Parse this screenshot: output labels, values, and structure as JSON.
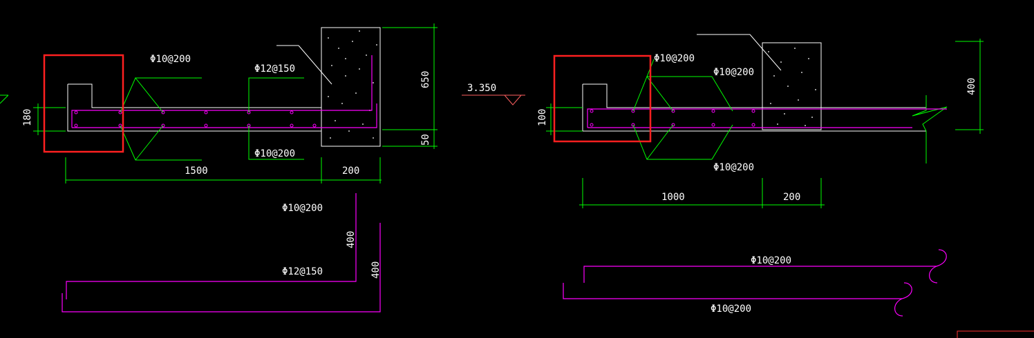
{
  "colors": {
    "background": "#000000",
    "dimension": "#00ff00",
    "rebar": "#ff00ff",
    "outline": "#ffffff",
    "highlight": "#ff2020"
  },
  "left_detail": {
    "labels": {
      "bar_top": "Φ10@200",
      "bar_mid": "Φ12@150",
      "bar_bottom": "Φ10@200"
    },
    "dims": {
      "thickness": "180",
      "length": "1500",
      "wall_width": "200",
      "height_650": "650",
      "height_50": "50"
    },
    "bar_shapes": {
      "b1_label": "Φ10@200",
      "b1_leg": "400",
      "b2_label": "Φ12@150",
      "b2_leg": "400"
    }
  },
  "right_detail": {
    "elevation": "3.350",
    "labels": {
      "bar_top_a": "Φ10@200",
      "bar_top_b": "Φ10@200",
      "bar_bottom": "Φ10@200"
    },
    "dims": {
      "thickness": "100",
      "length": "1000",
      "wall_width": "200",
      "height_400": "400"
    },
    "bar_shapes": {
      "b1_label": "Φ10@200",
      "b2_label": "Φ10@200"
    }
  }
}
